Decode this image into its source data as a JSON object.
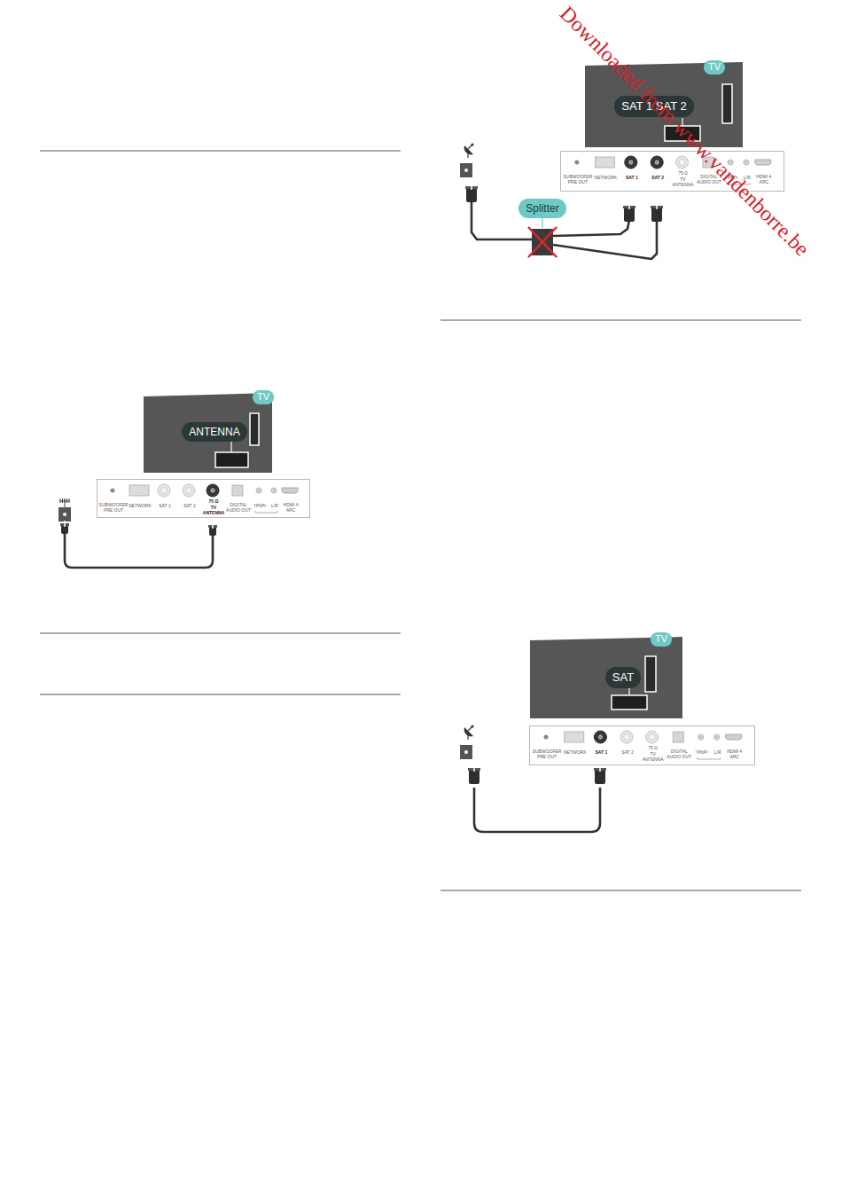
{
  "diagram": {
    "nodes": [
      {
        "text": [
          "TV"
        ]
      },
      {
        "text": [
          "ANTENNA"
        ]
      },
      {
        "text": [
          "SUBWOOFER PRE OUT",
          "NETWORK",
          "SAT 1",
          "SAT 2",
          "75 Ω",
          "TV ANTENNA",
          "DIGITAL AUDIO OUT",
          "YPbPr",
          "L/R",
          "HDMI 4 ARC"
        ]
      },
      {
        "text": [
          "TV"
        ]
      },
      {
        "text": [
          "SAT 1 SAT 2"
        ]
      },
      {
        "text": [
          "SUBWOOFER PRE OUT",
          "NETWORK",
          "SAT 1",
          "SAT 2",
          "75 Ω",
          "TV ANTENNA",
          "DIGITAL AUDIO OUT",
          "YPbPr",
          "L/R",
          "HDMI 4 ARC"
        ]
      },
      {
        "text": [
          "Splitter"
        ]
      },
      {
        "text": [
          "TV"
        ]
      },
      {
        "text": [
          "SAT"
        ]
      },
      {
        "text": [
          "SUBWOOFER PRE OUT",
          "NETWORK",
          "SAT 1",
          "SAT 2",
          "75 Ω",
          "TV ANTENNA",
          "DIGITAL AUDIO OUT",
          "YPbPr",
          "L/R",
          "HDMI 4 ARC"
        ]
      }
    ],
    "labels": [
      "Downloaded from www.vandenborre.be"
    ]
  }
}
